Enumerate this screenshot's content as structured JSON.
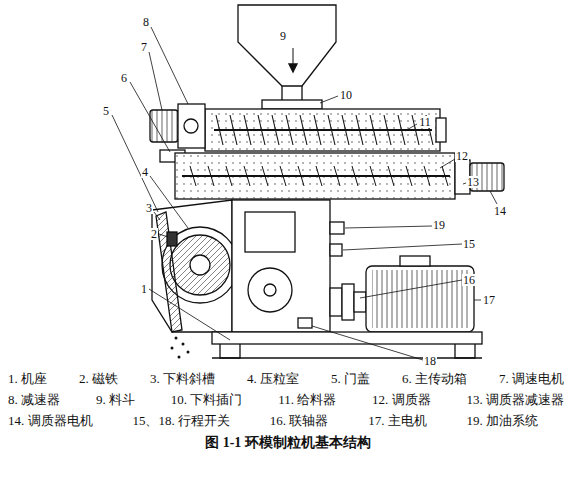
{
  "diagram": {
    "caption": "图 1-1 环模制粒机基本结构",
    "labels": [
      "1",
      "2",
      "3",
      "4",
      "5",
      "6",
      "7",
      "8",
      "9",
      "10",
      "11",
      "12",
      "13",
      "14",
      "15",
      "16",
      "17",
      "18",
      "19",
      "1. 机座",
      "2. 磁铁",
      "3. 下料斜槽",
      "4. 压粒室",
      "5. 门盖",
      "6. 主传动箱",
      "7. 调速电机",
      "8. 减速器",
      "9. 料斗",
      "10. 下料插门",
      "11. 给料器",
      "12. 调质器",
      "13. 调质器减速器",
      "14. 调质器电机",
      "15、18. 行程开关",
      "16. 联轴器",
      "17. 主电机",
      "19. 加油系统"
    ]
  }
}
